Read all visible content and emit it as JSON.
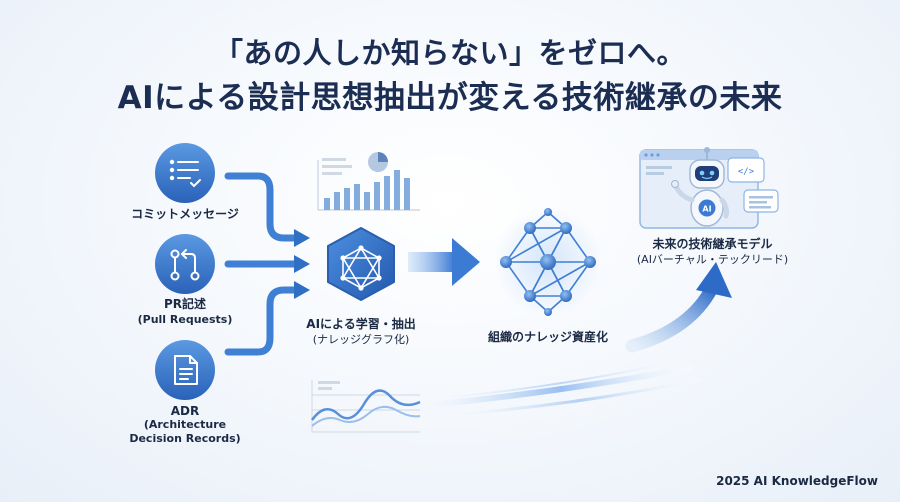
{
  "title": {
    "line1": "「あの人しか知らない」をゼロへ。",
    "line2": "AIによる設計思想抽出が変える技術継承の未来"
  },
  "sources": [
    {
      "label": "コミットメッセージ",
      "sub": "",
      "icon": "list-check-icon"
    },
    {
      "label": "PR記述",
      "sub": "(Pull Requests)",
      "icon": "git-pull-request-icon"
    },
    {
      "label": "ADR",
      "sub": "(Architecture\nDecision Records)",
      "icon": "document-icon"
    }
  ],
  "process": {
    "label": "AIによる学習・抽出",
    "sub": "(ナレッジグラフ化)",
    "icon": "ai-hexagon-network-icon"
  },
  "knowledge": {
    "label": "組織のナレッジ資産化",
    "icon": "knowledge-network-icon"
  },
  "future": {
    "label": "未来の技術継承モデル",
    "sub": "(AIバーチャル・テックリード)",
    "icon": "ai-robot-icon",
    "badge": "AI"
  },
  "footer": "2025 AI KnowledgeFlow",
  "colors": {
    "primary": "#2f6fc4",
    "light": "#6aa3e6",
    "title": "#1b2d52"
  }
}
